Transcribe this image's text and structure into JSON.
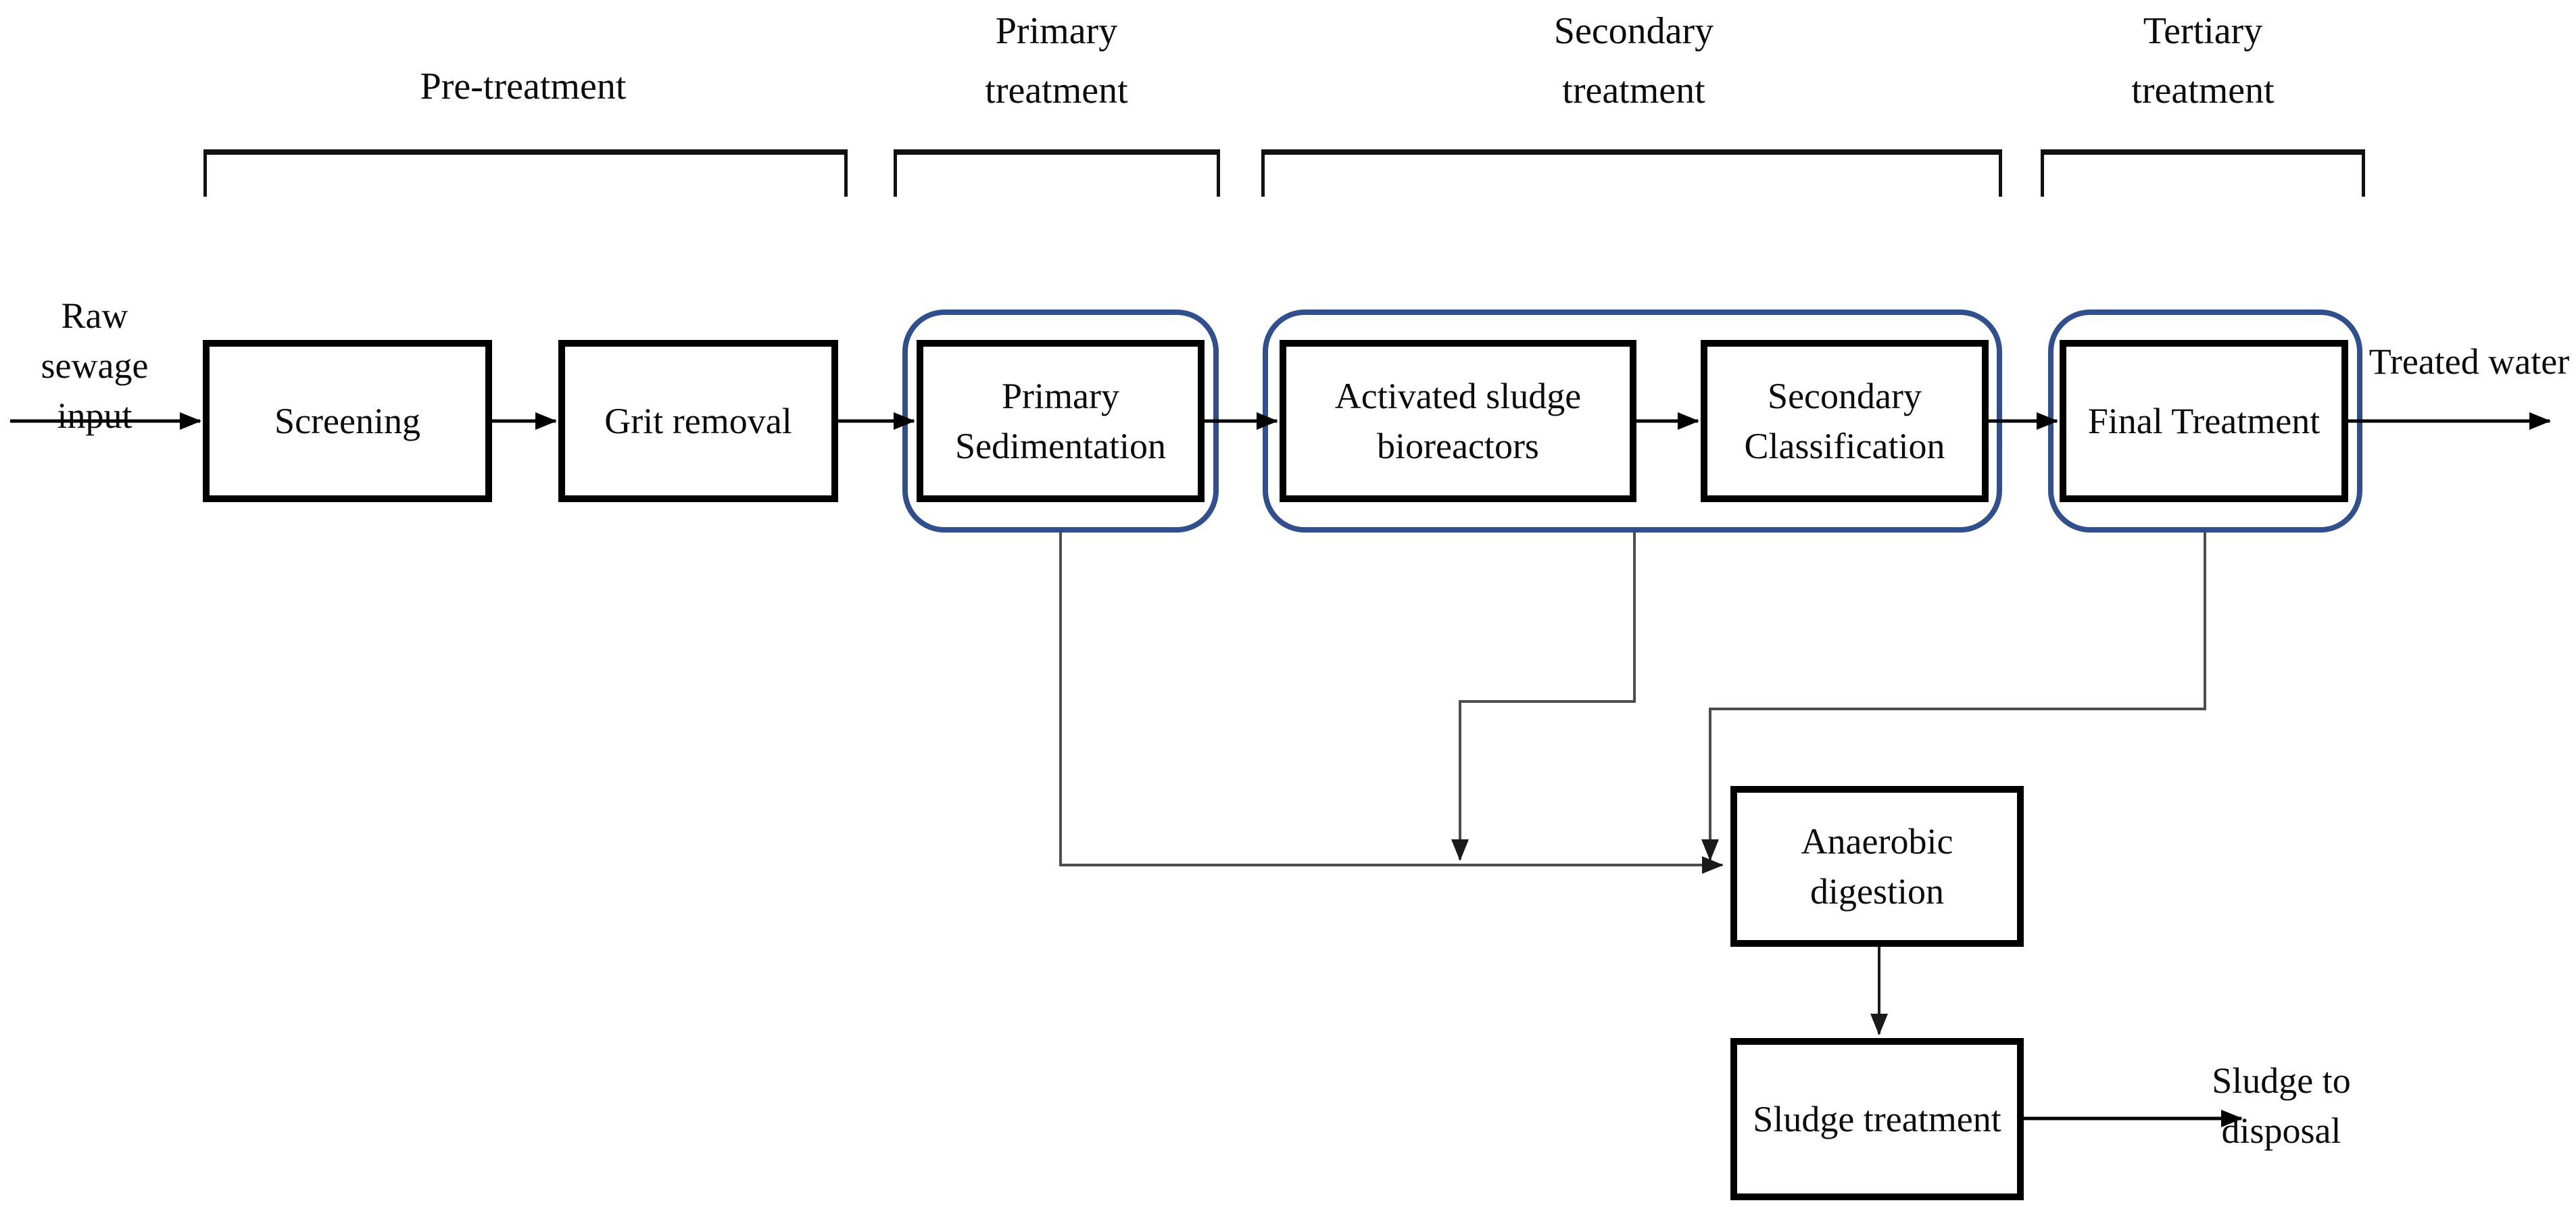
{
  "diagram": {
    "title_hint": "Wastewater treatment process flow",
    "stages": [
      "Pre-treatment",
      "Primary treatment",
      "Secondary treatment",
      "Tertiary treatment"
    ],
    "nodes": {
      "raw_sewage_input": "Raw sewage input",
      "screening": "Screening",
      "grit_removal": "Grit removal",
      "primary_sedimentation": "Primary Sedimentation",
      "activated_sludge_bioreactors": "Activated sludge bioreactors",
      "secondary_classification": "Secondary Classification",
      "final_treatment": "Final Treatment",
      "anaerobic_digestion": "Anaerobic digestion",
      "sludge_treatment": "Sludge treatment",
      "treated_water": "Treated water",
      "sludge_to_disposal": "Sludge to disposal"
    },
    "colors": {
      "group_outline": "#2F4F8F",
      "box_outline": "#000000",
      "main_arrow": "#000000",
      "side_connector": "#4D4D4D",
      "background": "#FFFFFF"
    }
  }
}
